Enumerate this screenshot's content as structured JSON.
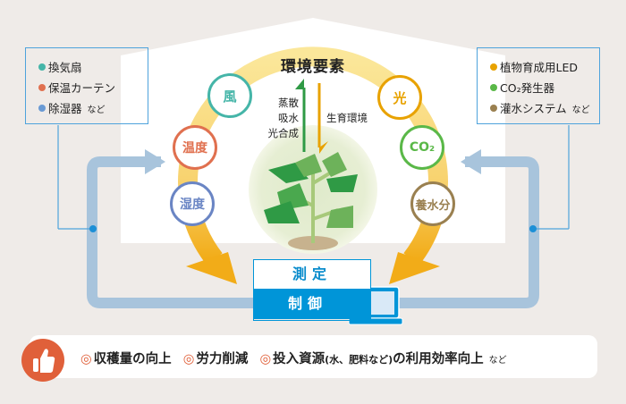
{
  "title": "環境要素",
  "left_legend": {
    "items": [
      {
        "label": "換気扇",
        "color": "#45b5a8"
      },
      {
        "label": "保温カーテン",
        "color": "#e0704f"
      },
      {
        "label": "除湿器",
        "color": "#6a9ad4"
      }
    ],
    "suffix": "など"
  },
  "right_legend": {
    "items": [
      {
        "label": "植物育成用LED",
        "color": "#e8a200"
      },
      {
        "label": "CO₂発生器",
        "color": "#5ab848"
      },
      {
        "label": "灌水システム",
        "color": "#9a8050"
      }
    ],
    "suffix": "など"
  },
  "factors": {
    "wind": "風",
    "temperature": "温度",
    "humidity": "湿度",
    "light": "光",
    "co2": "CO₂",
    "nutrients": "養水分"
  },
  "plant_to_env": [
    "蒸散",
    "吸水",
    "光合成"
  ],
  "env_to_plant": "生育環境",
  "control_box": {
    "measure": "測定",
    "control": "制御"
  },
  "benefits": {
    "marker": "◎",
    "items": [
      "収穫量の向上",
      "労力削減"
    ],
    "third_main": "投入資源",
    "third_paren": "(水、肥料など)",
    "third_tail": "の利用効率向上",
    "suffix": "など"
  }
}
